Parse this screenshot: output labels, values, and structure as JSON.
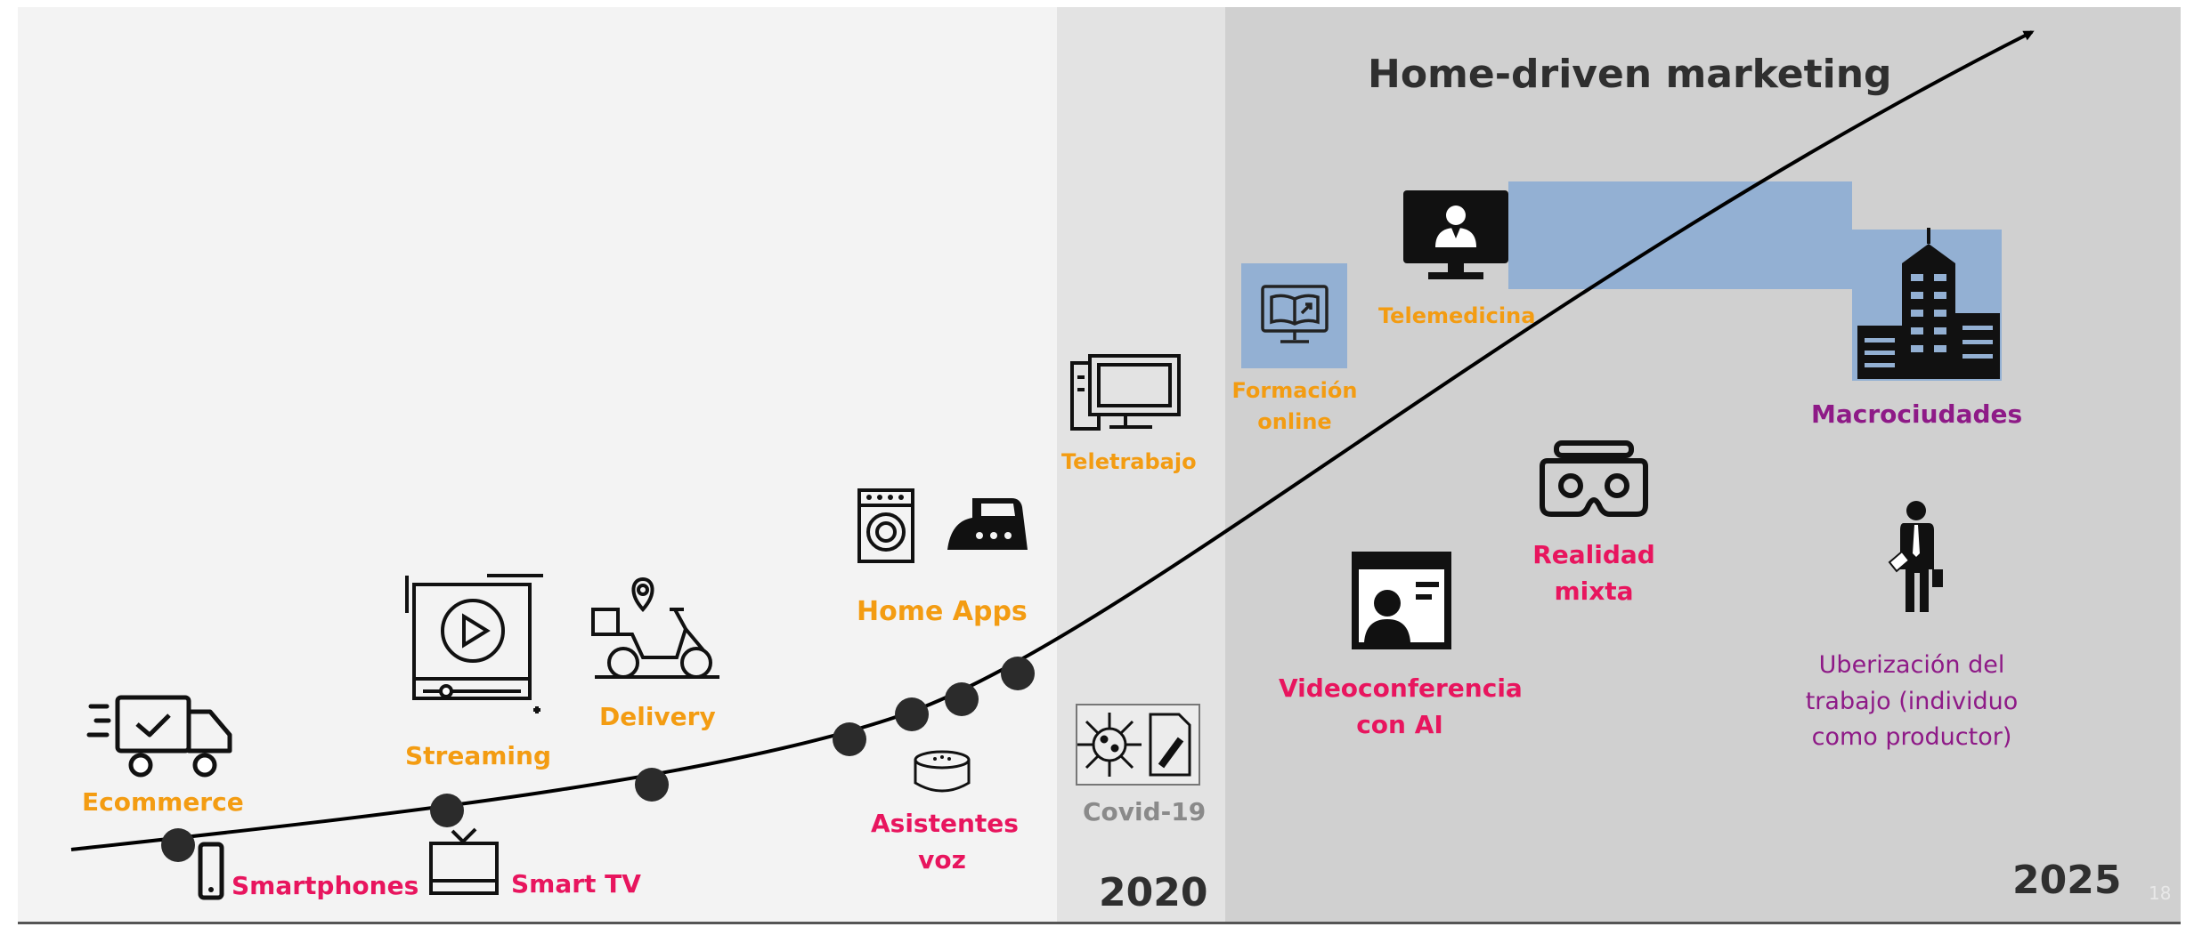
{
  "title": "Home-driven marketing",
  "years": {
    "start": "2020",
    "end": "2025"
  },
  "page_number": "18",
  "colors": {
    "orange": "#f39c12",
    "pink": "#e8155e",
    "purple": "#8e1a87",
    "highlight_blue": "#93b0d3",
    "panel_past": "#f3f3f3",
    "panel_mid": "#e3e3e3",
    "panel_future": "#d0d0d0"
  },
  "items": {
    "ecommerce": {
      "label": "Ecommerce",
      "icon": "delivery-truck-icon"
    },
    "smartphones": {
      "label": "Smartphones",
      "icon": "smartphone-icon"
    },
    "streaming": {
      "label": "Streaming",
      "icon": "video-player-icon"
    },
    "smart_tv": {
      "label": "Smart TV",
      "icon": "tv-icon"
    },
    "delivery": {
      "label": "Delivery",
      "icon": "scooter-icon"
    },
    "home_apps": {
      "label": "Home Apps",
      "icons": [
        "washing-machine-icon",
        "iron-icon"
      ]
    },
    "asistentes_voz": {
      "label_line1": "Asistentes",
      "label_line2": "voz",
      "icon": "smart-speaker-icon"
    },
    "teletrabajo": {
      "label": "Teletrabajo",
      "icon": "desktop-computer-icon"
    },
    "covid": {
      "label": "Covid-19",
      "icons": [
        "virus-icon",
        "document-icon"
      ]
    },
    "formacion": {
      "label_line1": "Formación",
      "label_line2": "online",
      "icon": "online-book-icon"
    },
    "telemedicina": {
      "label": "Telemedicina",
      "icon": "doctor-monitor-icon"
    },
    "videoconferencia": {
      "label_line1": "Videoconferencia",
      "label_line2": "con AI",
      "icon": "video-call-icon"
    },
    "realidad_mixta": {
      "label_line1": "Realidad",
      "label_line2": "mixta",
      "icon": "vr-headset-icon"
    },
    "macrociudades": {
      "label": "Macrociudades",
      "icon": "skyscraper-icon"
    },
    "uberizacion": {
      "label_line1": "Uberización del",
      "label_line2": "trabajo (individuo",
      "label_line3": "como productor)",
      "icon": "businessman-icon"
    }
  }
}
